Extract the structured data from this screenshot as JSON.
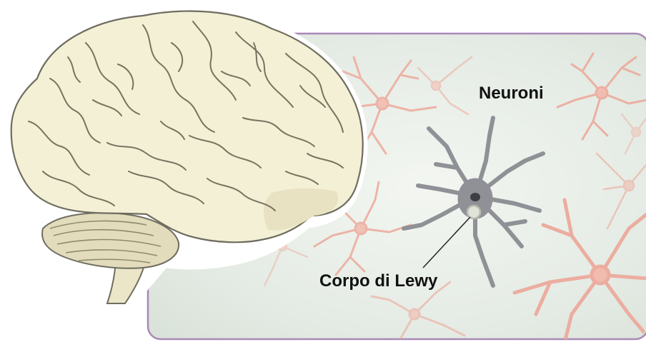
{
  "labels": {
    "neurons": "Neuroni",
    "lewy_body": "Corpo di Lewy"
  },
  "colors": {
    "panel_border": "#a888b8",
    "panel_fill": "#e6ece6",
    "neuron_pink": "#f3b9ac",
    "neuron_gray": "#8f9196",
    "brain_fill": "#f3f0d6",
    "brain_outline": "#6f6d60",
    "cerebellum_fill": "#e2dcbc",
    "lewy_body": "#b6bab0"
  },
  "icons": [
    "brain-illustration",
    "neuron-illustration"
  ]
}
